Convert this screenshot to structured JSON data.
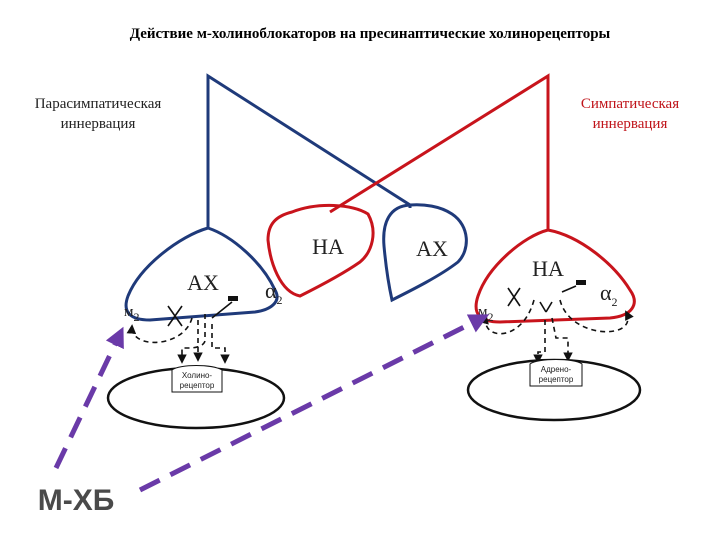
{
  "title": "Действие м-холиноблокаторов на пресинаптические холинорецепторы",
  "left_label": [
    "Парасимпатическая",
    "иннервация"
  ],
  "right_label": [
    "Симпатическая",
    "иннервация"
  ],
  "left_terminal": {
    "transmitter": "АХ",
    "presynaptic_receptor": "м",
    "presynaptic_receptor_sub": "2",
    "alpha": "α",
    "alpha_sub": "2",
    "postsynaptic_receptor": [
      "Холино-",
      "рецептор"
    ]
  },
  "center": {
    "red_terminal_transmitter": "НА",
    "blue_terminal_transmitter": "АХ"
  },
  "right_terminal": {
    "transmitter": "НА",
    "presynaptic_receptor": "м",
    "presynaptic_receptor_sub": "2",
    "alpha": "α",
    "alpha_sub": "2",
    "postsynaptic_receptor": [
      "Адрено-",
      "рецептор"
    ]
  },
  "drug_label": "М-ХБ",
  "colors": {
    "parasympathetic": "#1f3a7a",
    "sympathetic": "#c8141c",
    "drug_arrow": "#6a3aa8"
  }
}
